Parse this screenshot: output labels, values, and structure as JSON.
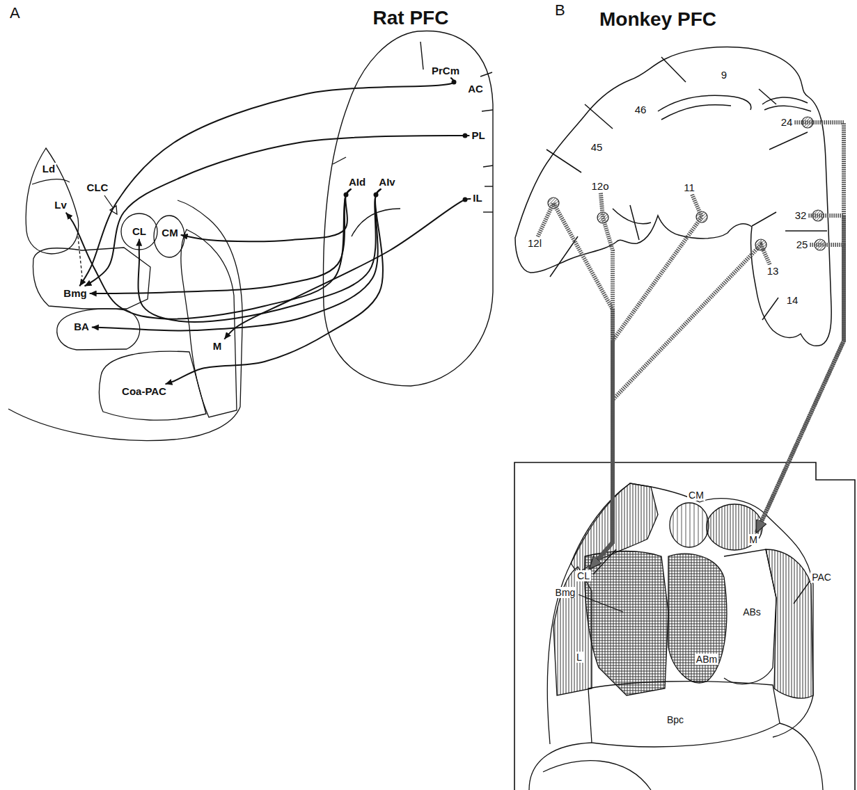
{
  "diagram": {
    "nodes": [
      {
        "text": [
          "Ld"
        ]
      },
      {
        "text": [
          "Lv"
        ]
      },
      {
        "text": [
          "CL"
        ]
      },
      {
        "text": [
          "CM"
        ]
      },
      {
        "text": [
          "Bmg"
        ]
      },
      {
        "text": [
          "BA"
        ]
      },
      {
        "text": [
          "M"
        ]
      },
      {
        "text": [
          "Coa-PAC"
        ]
      },
      {
        "text": [
          "PrCm"
        ]
      },
      {
        "text": [
          "AC"
        ]
      },
      {
        "text": [
          "PL"
        ]
      },
      {
        "text": [
          "AId"
        ]
      },
      {
        "text": [
          "AIv"
        ]
      },
      {
        "text": [
          "IL"
        ]
      },
      {
        "text": [
          "9"
        ]
      },
      {
        "text": [
          "46"
        ]
      },
      {
        "text": [
          "24"
        ]
      },
      {
        "text": [
          "45"
        ]
      },
      {
        "text": [
          "12o"
        ]
      },
      {
        "text": [
          "11"
        ]
      },
      {
        "text": [
          "12l"
        ]
      },
      {
        "text": [
          "32"
        ]
      },
      {
        "text": [
          "25"
        ]
      },
      {
        "text": [
          "13"
        ]
      },
      {
        "text": [
          "14"
        ]
      },
      {
        "text": [
          "CL"
        ]
      },
      {
        "text": [
          "CM"
        ]
      },
      {
        "text": [
          "M"
        ]
      },
      {
        "text": [
          "Bmg"
        ]
      },
      {
        "text": [
          "PAC"
        ]
      },
      {
        "text": [
          "ABs"
        ]
      },
      {
        "text": [
          "L"
        ]
      },
      {
        "text": [
          "ABm"
        ]
      },
      {
        "text": [
          "Bpc"
        ]
      }
    ],
    "edges": [
      {
        "from": 8,
        "to": 4,
        "arrow": "to"
      },
      {
        "from": 10,
        "to": 4,
        "arrow": "to"
      },
      {
        "from": 11,
        "to": 3,
        "arrow": "to"
      },
      {
        "from": 11,
        "to": 4,
        "arrow": "to"
      },
      {
        "from": 11,
        "to": 1,
        "arrow": "to"
      },
      {
        "from": 12,
        "to": 2,
        "arrow": "to"
      },
      {
        "from": 12,
        "to": 5,
        "arrow": "to"
      },
      {
        "from": 12,
        "to": 7,
        "arrow": "to"
      },
      {
        "from": 13,
        "to": 6,
        "arrow": "to"
      },
      {
        "from": 20,
        "to": 25,
        "arrow": "to"
      },
      {
        "from": 18,
        "to": 25,
        "arrow": "to"
      },
      {
        "from": 19,
        "to": 25,
        "arrow": "to"
      },
      {
        "from": 23,
        "to": 25,
        "arrow": "to"
      },
      {
        "from": 16,
        "to": 27,
        "arrow": "to"
      },
      {
        "from": 21,
        "to": 27,
        "arrow": "to"
      },
      {
        "from": 22,
        "to": 27,
        "arrow": "to"
      }
    ],
    "labels": [
      "A",
      "Rat PFC",
      "CLC",
      "B",
      "Monkey PFC"
    ]
  }
}
